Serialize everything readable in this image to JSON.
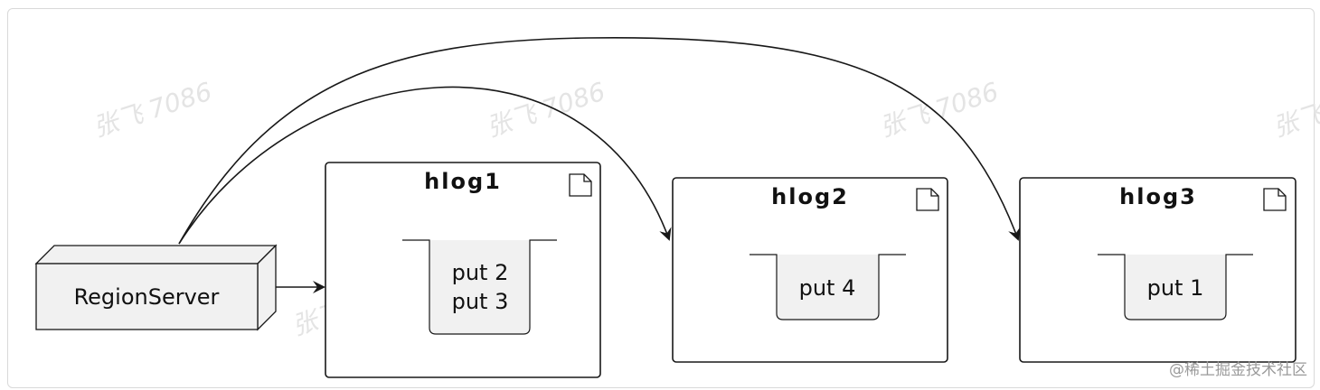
{
  "diagram": {
    "region_server": {
      "label": "RegionServer"
    },
    "hlogs": [
      {
        "title": "hlog1",
        "queue_lines": [
          "put 2",
          "put 3"
        ],
        "icon": "document-icon"
      },
      {
        "title": "hlog2",
        "queue_lines": [
          "put 4"
        ],
        "icon": "document-icon"
      },
      {
        "title": "hlog3",
        "queue_lines": [
          "put 1"
        ],
        "icon": "document-icon"
      }
    ]
  },
  "watermarks": {
    "repeat_text": "张飞 7086",
    "corner": "@稀土掘金技术社区"
  }
}
